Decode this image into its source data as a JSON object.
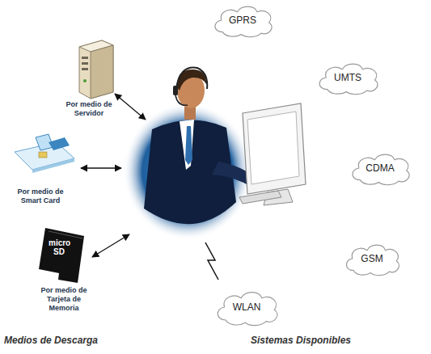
{
  "diagram": {
    "nodes": [
      {
        "text": [
          "Por medio de Servidor"
        ]
      },
      {
        "text": [
          "Por medio de Smart Card"
        ]
      },
      {
        "text": [
          "Por medio de Tarjeta de Memoria"
        ]
      },
      {
        "text": [
          "GPRS"
        ]
      },
      {
        "text": [
          "UMTS"
        ]
      },
      {
        "text": [
          "CDMA"
        ]
      },
      {
        "text": [
          "GSM"
        ]
      },
      {
        "text": [
          "WLAN"
        ]
      }
    ],
    "labels": [
      "micro",
      "SD",
      "Medios de Descarga",
      "Sistemas Disponibles"
    ]
  }
}
